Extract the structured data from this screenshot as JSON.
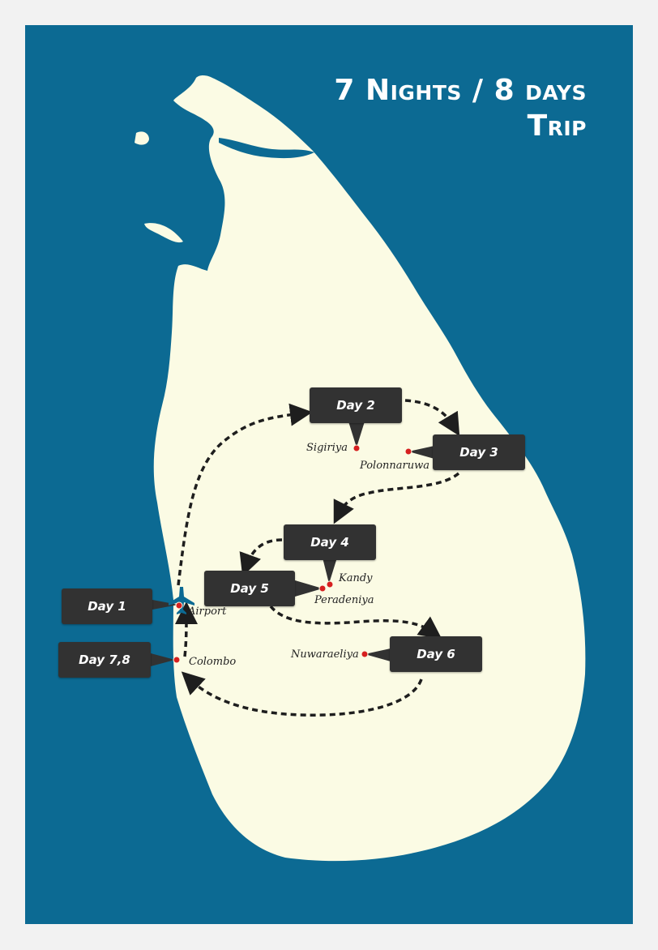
{
  "title": {
    "line1": "7 Nights / 8 days",
    "line2": "Trip"
  },
  "colors": {
    "sea": "#0c6a93",
    "land": "#fbfbe4",
    "callout": "#323232",
    "marker": "#d62020",
    "frame": "#f2f2f2"
  },
  "callouts": [
    {
      "id": "day1",
      "label": "Day 1"
    },
    {
      "id": "day2",
      "label": "Day 2"
    },
    {
      "id": "day3",
      "label": "Day 3"
    },
    {
      "id": "day4",
      "label": "Day 4"
    },
    {
      "id": "day5",
      "label": "Day 5"
    },
    {
      "id": "day6",
      "label": "Day 6"
    },
    {
      "id": "day78",
      "label": "Day 7,8"
    }
  ],
  "places": [
    {
      "id": "airport",
      "name": "Airport"
    },
    {
      "id": "colombo",
      "name": "Colombo"
    },
    {
      "id": "sigiriya",
      "name": "Sigiriya"
    },
    {
      "id": "polonnaruwa",
      "name": "Polonnaruwa"
    },
    {
      "id": "kandy",
      "name": "Kandy"
    },
    {
      "id": "peradeniya",
      "name": "Peradeniya"
    },
    {
      "id": "nuwaraeliya",
      "name": "Nuwaraeliya"
    }
  ],
  "icons": {
    "airport": "airplane-icon"
  }
}
